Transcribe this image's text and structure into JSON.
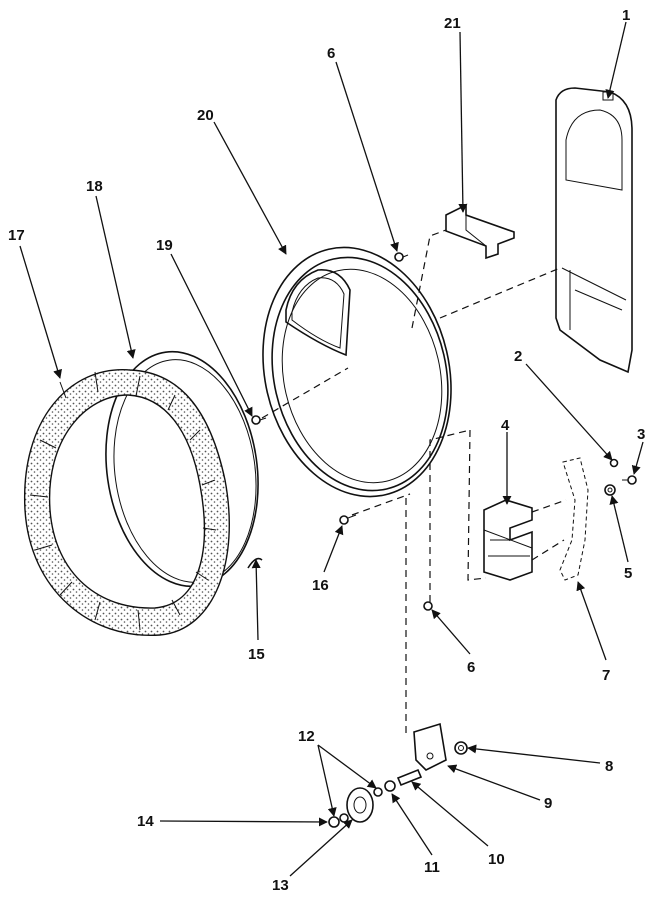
{
  "callouts": {
    "c1": "1",
    "c2": "2",
    "c3": "3",
    "c4": "4",
    "c5": "5",
    "c6a": "6",
    "c6b": "6",
    "c7": "7",
    "c8": "8",
    "c9": "9",
    "c10": "10",
    "c11": "11",
    "c12": "12",
    "c13": "13",
    "c14": "14",
    "c15": "15",
    "c16": "16",
    "c17": "17",
    "c18": "18",
    "c19": "19",
    "c20": "20",
    "c21": "21"
  },
  "colors": {
    "ink": "#111111",
    "paper": "#ffffff",
    "speckle": "#555555"
  }
}
